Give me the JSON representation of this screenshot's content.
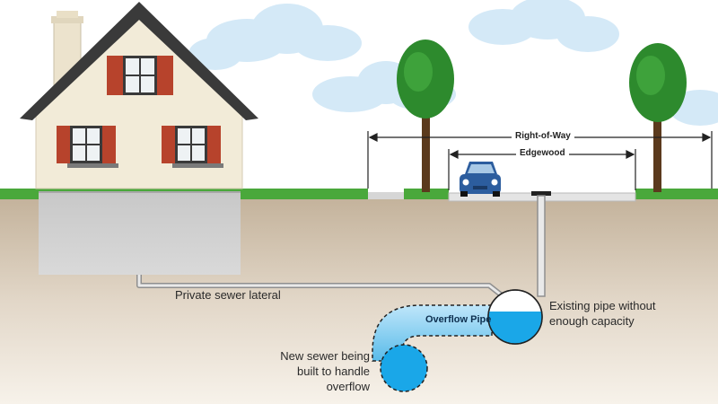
{
  "labels": {
    "right_of_way": "Right-of-Way",
    "street": "Edgewood",
    "private_lateral": "Private sewer lateral",
    "existing_pipe": "Existing pipe without enough capacity",
    "overflow_pipe": "Overflow Pipe",
    "new_sewer": "New sewer being built to handle overflow"
  },
  "colors": {
    "sky": "#ffffff",
    "cloud": "#cfe6f6",
    "grass": "#49a83a",
    "soil_top": "#f5efe7",
    "soil_bottom": "#c9b9a3",
    "water": "#1aa7e8",
    "house_wall": "#f3ecd9",
    "roof": "#3c3c3c",
    "shutter": "#b7432c",
    "car": "#2c5c9c",
    "tree_leaf": "#2c8b2c",
    "trunk": "#5a3a1e"
  }
}
